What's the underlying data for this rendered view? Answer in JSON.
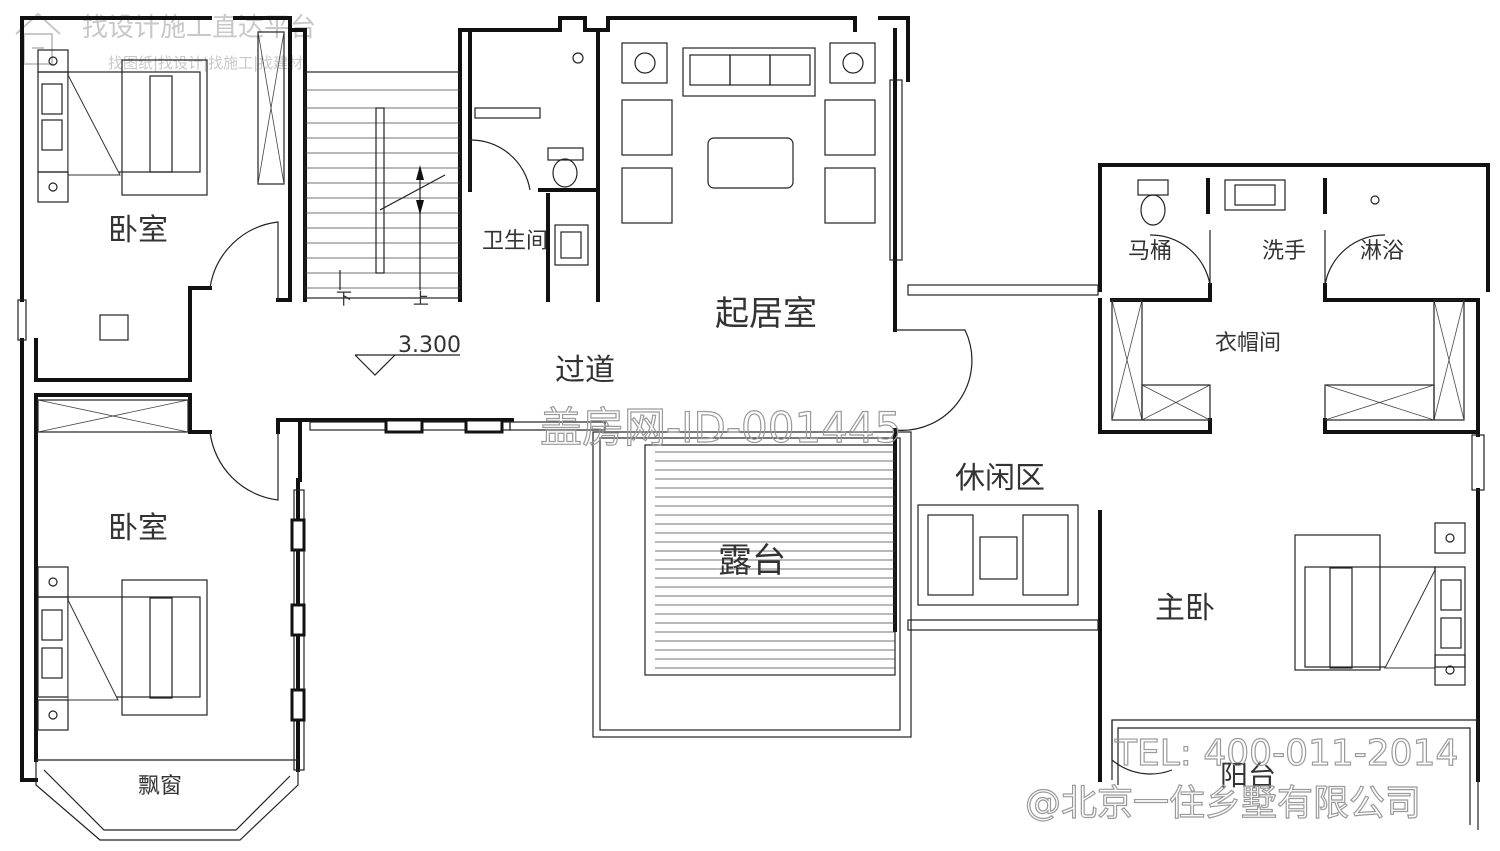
{
  "header": {
    "slogan": "找设计施工直达平台",
    "sub": "找图纸|找设计|找施工|找建材"
  },
  "rooms": {
    "bedroom_top": "卧室",
    "bedroom_bottom": "卧室",
    "bay_window": "飘窗",
    "bathroom": "卫生间",
    "living": "起居室",
    "corridor": "过道",
    "terrace": "露台",
    "leisure": "休闲区",
    "toilet": "马桶",
    "wash": "洗手",
    "shower": "淋浴",
    "closet": "衣帽间",
    "master": "主卧",
    "balcony": "阳台"
  },
  "stairs": {
    "down": "下",
    "up": "上",
    "elevation": "3.300"
  },
  "watermark": {
    "id": "盖房网-ID-001445",
    "tel": "TEL: 400-011-2014",
    "company": "@北京一住乡墅有限公司"
  }
}
